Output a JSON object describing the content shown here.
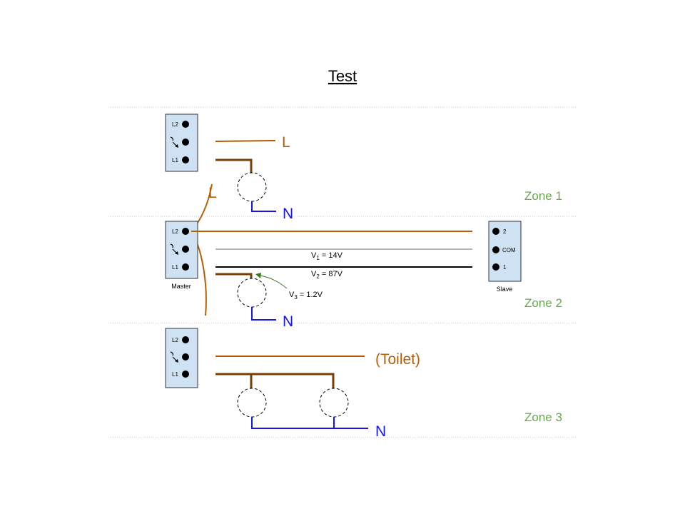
{
  "title": "Test",
  "colors": {
    "live": "#b45f06",
    "switched_live": "#783f04",
    "neutral": "#1515e8",
    "zone_label": "#6aa84f",
    "switch_box": "#cfe2f3",
    "common": "#b7b7b7",
    "strapper": "#000000",
    "annotation": "#38761d"
  },
  "icons": {
    "switch_symbol": "switch-icon",
    "lamp": "lamp-icon"
  },
  "feed_label": "L",
  "zone1": {
    "label": "Zone 1",
    "switch_terminals": [
      "L2",
      "L1"
    ],
    "live": "L",
    "neutral": "N"
  },
  "zone2": {
    "label": "Zone 2",
    "master": {
      "name": "Master",
      "terminals": [
        "L2",
        "L1"
      ]
    },
    "slave": {
      "name": "Slave",
      "terminals": [
        "2",
        "COM",
        "1"
      ]
    },
    "neutral": "N",
    "voltages": [
      {
        "symbol": "V",
        "sub": "1",
        "value": " = 14V"
      },
      {
        "symbol": "V",
        "sub": "2",
        "value": " = 87V"
      },
      {
        "symbol": "V",
        "sub": "3",
        "value": " = 1.2V"
      }
    ]
  },
  "zone3": {
    "label": "Zone 3",
    "switch_terminals": [
      "L2",
      "L1"
    ],
    "live": "(Toilet)",
    "neutral": "N"
  }
}
